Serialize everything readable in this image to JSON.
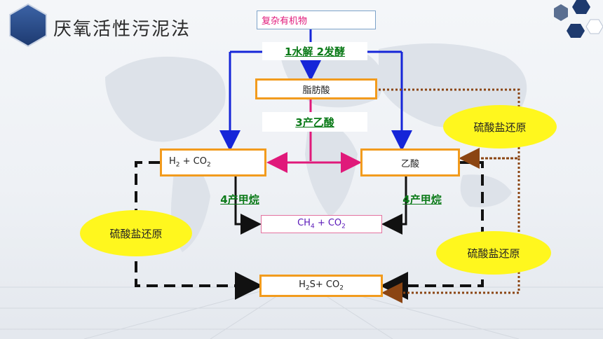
{
  "slide": {
    "title": "厌氧活性污泥法"
  },
  "nodes": {
    "complex_organics": "复杂有机物",
    "fatty_acid": "脂肪酸",
    "h2_co2": {
      "main": "H",
      "sub1": "2",
      "mid": " + CO",
      "sub2": "2"
    },
    "acetic_acid": "乙酸",
    "ch4_co2": {
      "main": "CH",
      "sub1": "4",
      "mid": " + CO",
      "sub2": "2"
    },
    "h2s_co2": {
      "main": "H",
      "sub1": "2",
      "mid": "S+ CO",
      "sub2": "2"
    }
  },
  "steps": {
    "hydrolysis_fermentation": "1水解 2发酵",
    "acetogenesis": "3产乙酸",
    "methanogenesis_left": "4产甲烷",
    "methanogenesis_right": "4产甲烷"
  },
  "labels": {
    "sulfate_reduction_left": "硫酸盐还原",
    "sulfate_reduction_upper_right": "硫酸盐还原",
    "sulfate_reduction_lower_right": "硫酸盐还原"
  },
  "colors": {
    "blue_arrow": "#1525d8",
    "pink_arrow": "#e0197a",
    "orange_border": "#f29b1d",
    "green_step": "#0b7a18",
    "dotted_brown": "#8b4513",
    "ellipse_yellow": "#fff71e",
    "pink_text": "#e0197a",
    "purple_text": "#5a18b8"
  }
}
